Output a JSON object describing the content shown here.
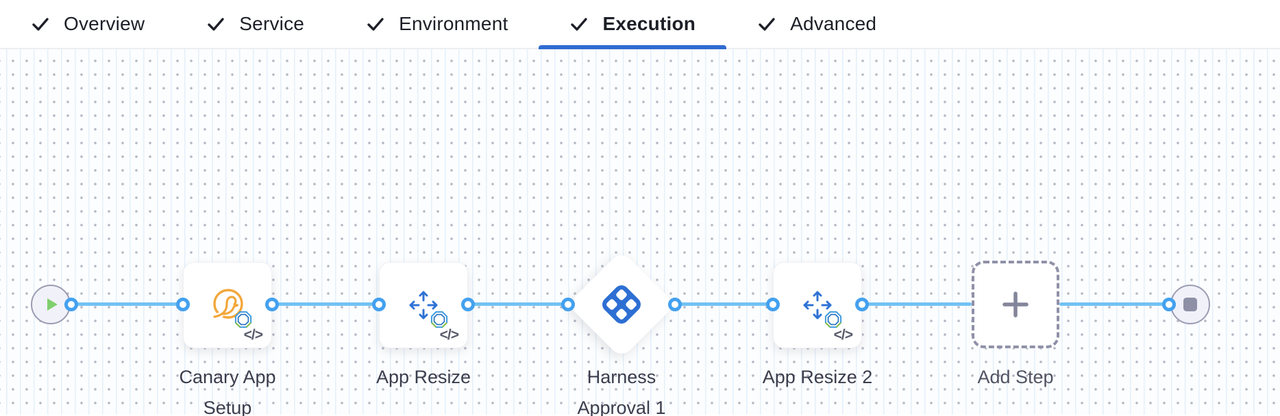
{
  "tabs": {
    "items": [
      {
        "label": "Overview",
        "checked": true,
        "active": false
      },
      {
        "label": "Service",
        "checked": true,
        "active": false
      },
      {
        "label": "Environment",
        "checked": true,
        "active": false
      },
      {
        "label": "Execution",
        "checked": true,
        "active": true
      },
      {
        "label": "Advanced",
        "checked": true,
        "active": false
      }
    ]
  },
  "canvas": {
    "nodes": [
      {
        "id": "start",
        "type": "start-node",
        "icon": "play-icon"
      },
      {
        "id": "step1",
        "type": "step",
        "label": "Canary App Setup",
        "icon": "canary-icon",
        "code_badge": "</>"
      },
      {
        "id": "step2",
        "type": "step",
        "label": "App Resize",
        "icon": "resize-arrows-icon",
        "code_badge": "</>"
      },
      {
        "id": "step3",
        "type": "approval-step",
        "label": "Harness Approval 1",
        "icon": "harness-approval-icon"
      },
      {
        "id": "step4",
        "type": "step",
        "label": "App Resize 2",
        "icon": "resize-arrows-icon",
        "code_badge": "</>"
      },
      {
        "id": "add",
        "type": "add-step-placeholder",
        "label": "Add Step",
        "icon": "plus-icon"
      },
      {
        "id": "end",
        "type": "end-node",
        "icon": "stop-icon"
      }
    ],
    "colors": {
      "edge_blue": "#72c2f3",
      "port_blue": "#44a1ef",
      "accent_blue": "#2f6cd1",
      "approval_blue": "#2e6fd3",
      "play_green": "#7fd06d",
      "canary_orange": "#f2a73b",
      "terminal_border": "#9a9cb2",
      "dashed_border": "#8f91a8"
    }
  }
}
